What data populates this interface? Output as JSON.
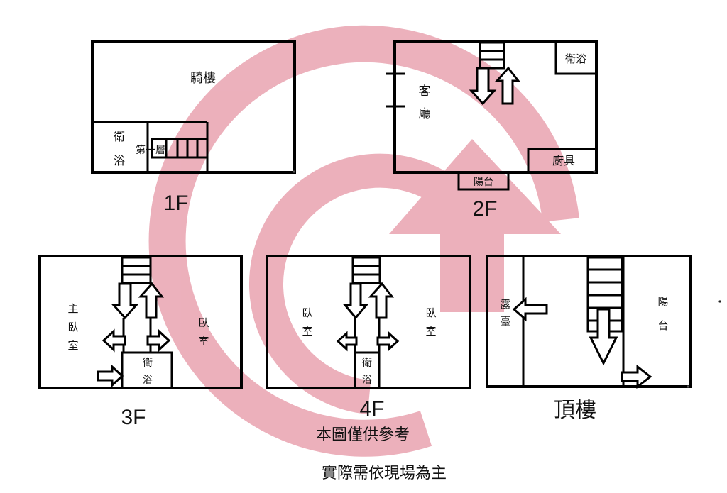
{
  "floors": {
    "f1": {
      "label": "1F",
      "arcade": "騎樓",
      "bath_1": "衛",
      "bath_2": "浴",
      "stair_note": "第一層"
    },
    "f2": {
      "label": "2F",
      "living_1": "客",
      "living_2": "廳",
      "bath": "衛浴",
      "kitchen": "廚具",
      "balcony": "陽台"
    },
    "f3": {
      "label": "3F",
      "master_1": "主",
      "master_2": "臥",
      "master_3": "室",
      "bed_1": "臥",
      "bed_2": "室",
      "bath_1": "衛",
      "bath_2": "浴"
    },
    "f4": {
      "label": "4F",
      "bedL_1": "臥",
      "bedL_2": "室",
      "bedR_1": "臥",
      "bedR_2": "室",
      "bath_1": "衛",
      "bath_2": "浴"
    },
    "roof": {
      "label": "頂樓",
      "terrace_1": "露",
      "terrace_2": "臺",
      "balcony_1": "陽",
      "balcony_2": "台"
    }
  },
  "notes": {
    "line1": "本圖僅供參考",
    "line2": "實際需依現場為主"
  },
  "colors": {
    "watermark": "#e8a0ad",
    "ink": "#000000",
    "background": "#ffffff"
  },
  "icons": [
    "watermark-logo",
    "stair-up-arrow",
    "stair-down-arrow",
    "direction-arrow"
  ]
}
